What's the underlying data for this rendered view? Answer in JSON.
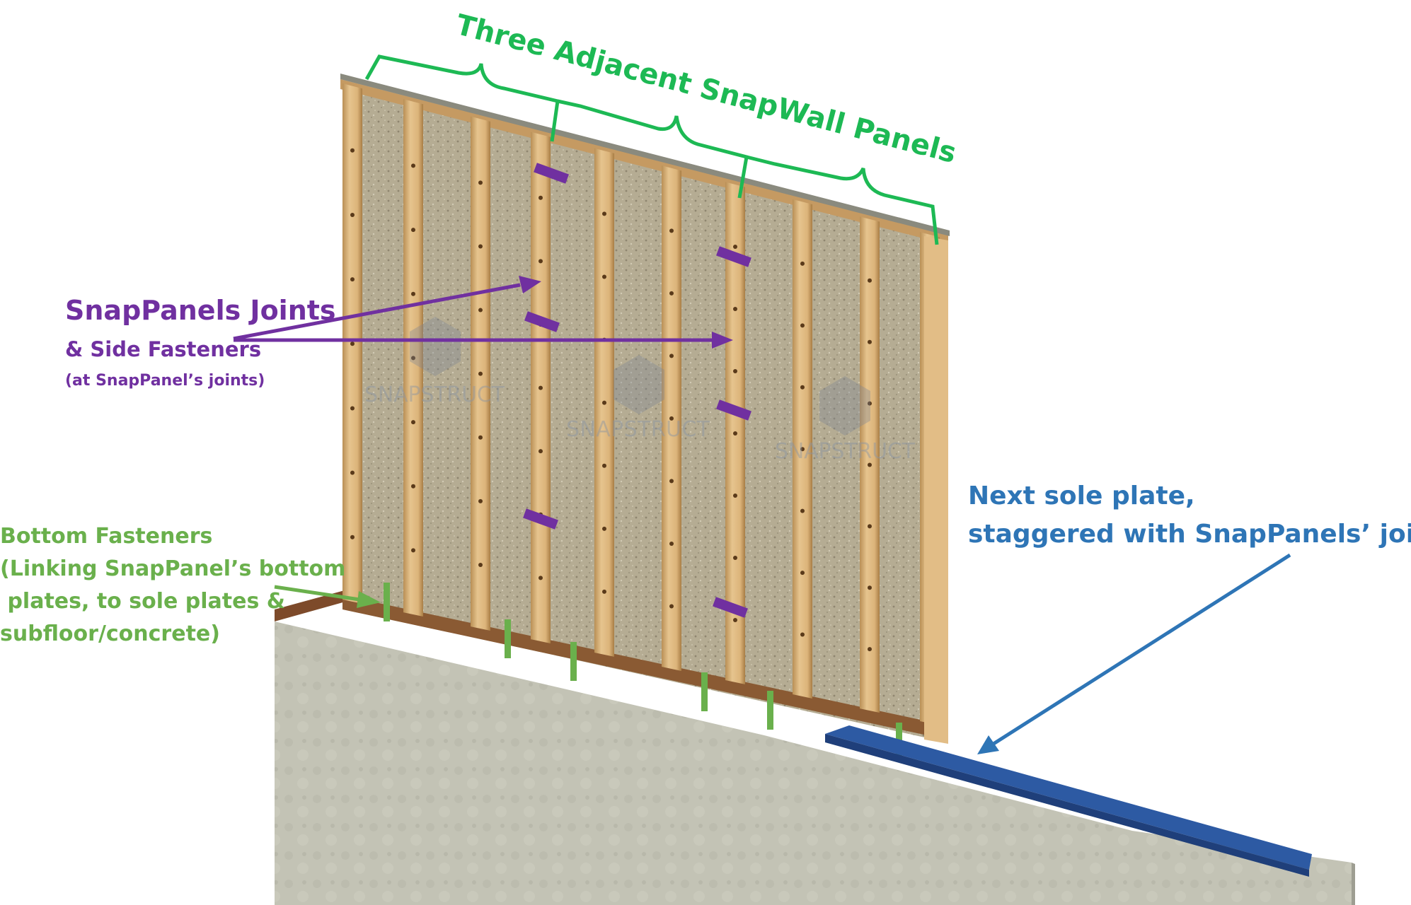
{
  "labels": {
    "panels_title": "Three Adjacent SnapWall Panels",
    "joints_title": "SnapPanels Joints",
    "joints_subtitle": "& Side Fasteners",
    "joints_note": "(at SnapPanel’s joints)",
    "bottom_lines": [
      "Bottom Fasteners",
      "(Linking SnapPanel’s bottom",
      " plates, to sole plates &",
      "subfloor/concrete)"
    ],
    "sole_lines": [
      "Next sole plate,",
      "staggered with SnapPanels’ joints"
    ]
  },
  "watermarks": [
    "SNAPSTRUCT",
    "SNAPSTRUCT",
    "SNAPSTRUCT"
  ],
  "colors": {
    "panels_title": "#1db954",
    "joints": "#7030a0",
    "bottom_fasteners": "#6ab04c",
    "sole_plate": "#2e75b6",
    "timber": "#d9b27a",
    "insulation": "#b3aa92",
    "concrete": "#c2c2b4"
  }
}
